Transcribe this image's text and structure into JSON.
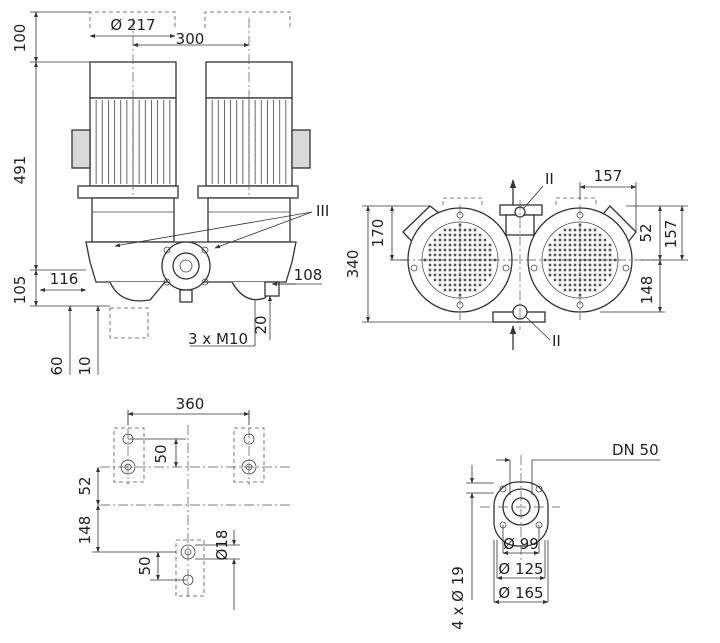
{
  "labels": {
    "dim_100": "100",
    "dim_491": "491",
    "dim_105": "105",
    "dim_d217": "Ø 217",
    "dim_300": "300",
    "dim_116": "116",
    "dim_108": "108",
    "dim_20": "20",
    "dim_60": "60",
    "dim_10": "10",
    "thread_m10": "3 x M10",
    "marker_iii": "III",
    "marker_ii_top": "II",
    "marker_ii_bottom": "II",
    "dim_340": "340",
    "dim_170": "170",
    "dim_157_top": "157",
    "dim_52_right": "52",
    "dim_157_right": "157",
    "dim_148_right": "148",
    "dim_360": "360",
    "dim_50_top": "50",
    "dim_52_left": "52",
    "dim_148_left": "148",
    "dim_50_bottom": "50",
    "dim_d18": "Ø18",
    "dn50": "DN 50",
    "dim_d99": "Ø 99",
    "dim_d125": "Ø 125",
    "dim_d165": "Ø 165",
    "holes_4xd19": "4 x Ø 19"
  }
}
